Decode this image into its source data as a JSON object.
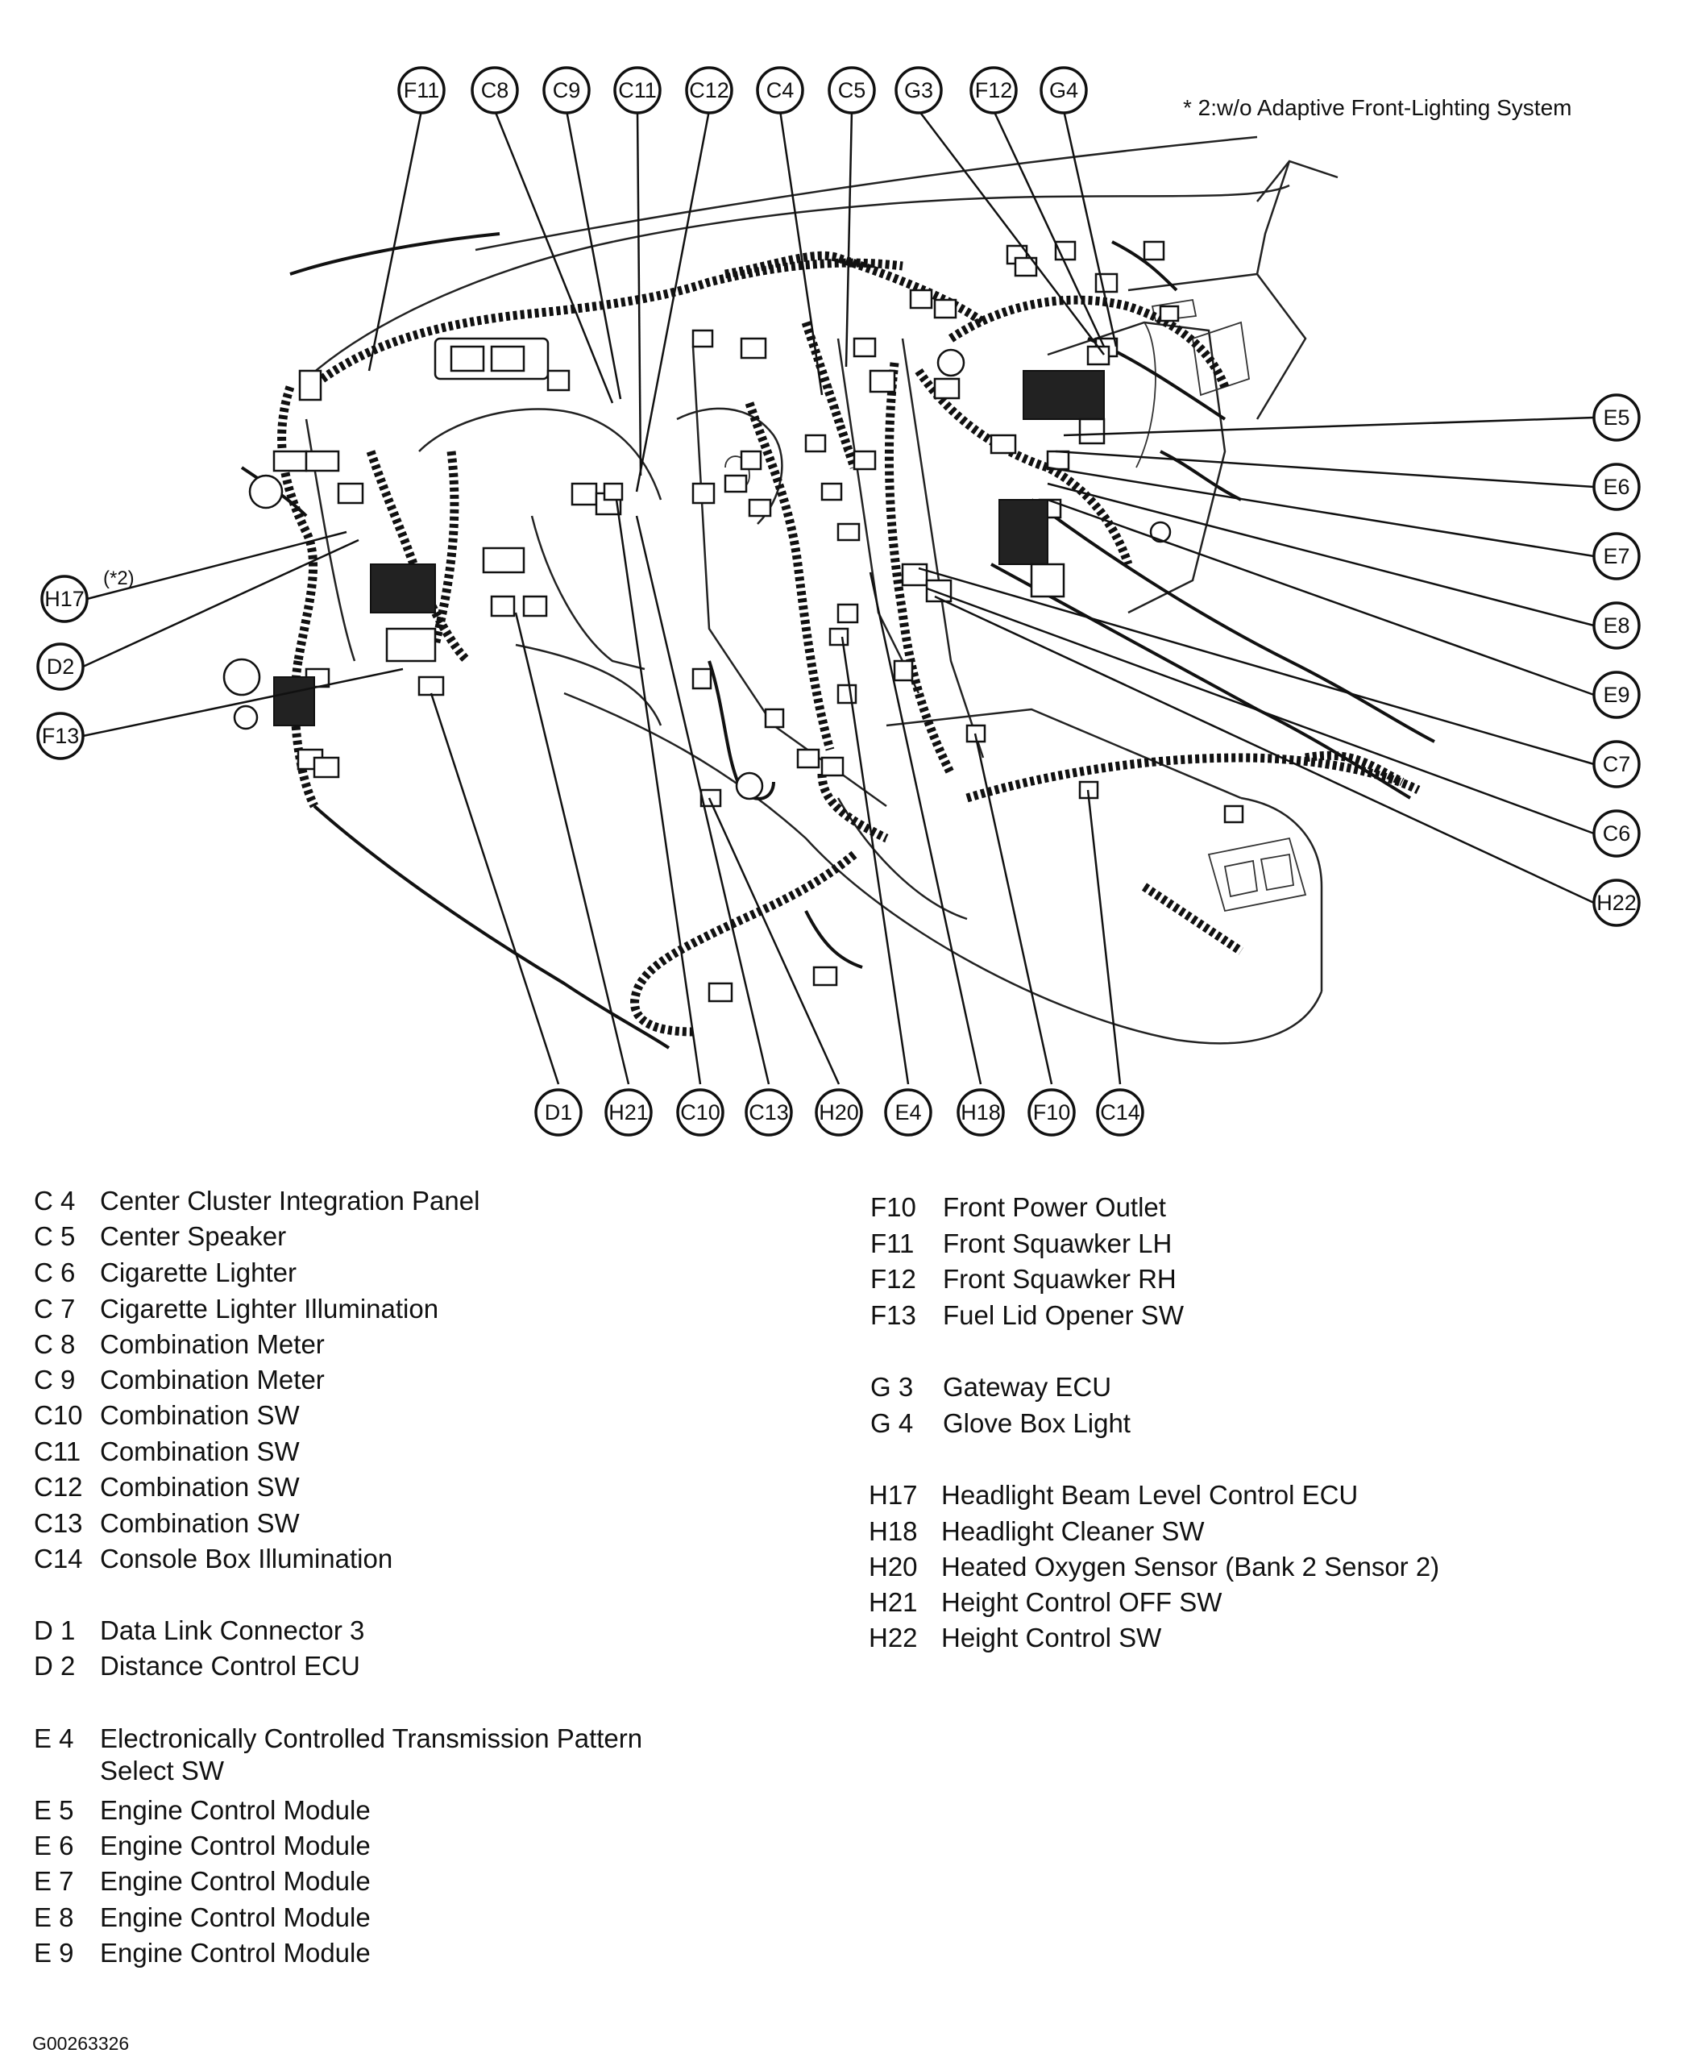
{
  "note": "* 2:w/o Adaptive Front-Lighting System",
  "figure_id": "G00263326",
  "callouts": {
    "F11": "F11",
    "C8": "C8",
    "C9": "C9",
    "C11": "C11",
    "C12": "C12",
    "C4": "C4",
    "C5": "C5",
    "G3": "G3",
    "F12": "F12",
    "G4": "G4",
    "E5": "E5",
    "E6": "E6",
    "E7": "E7",
    "E8": "E8",
    "E9": "E9",
    "C7": "C7",
    "C6": "C6",
    "H22": "H22",
    "H17": "H17",
    "H17_note": "(*2)",
    "D2": "D2",
    "F13": "F13",
    "D1": "D1",
    "H21": "H21",
    "C10": "C10",
    "C13": "C13",
    "H20": "H20",
    "E4": "E4",
    "H18": "H18",
    "F10": "F10",
    "C14": "C14"
  },
  "legend_left": [
    {
      "code": "C 4",
      "desc": "Center Cluster Integration Panel"
    },
    {
      "code": "C 5",
      "desc": "Center Speaker"
    },
    {
      "code": "C 6",
      "desc": "Cigarette Lighter"
    },
    {
      "code": "C 7",
      "desc": "Cigarette Lighter Illumination"
    },
    {
      "code": "C 8",
      "desc": "Combination Meter"
    },
    {
      "code": "C 9",
      "desc": "Combination Meter"
    },
    {
      "code": "C10",
      "desc": "Combination SW"
    },
    {
      "code": "C11",
      "desc": "Combination SW"
    },
    {
      "code": "C12",
      "desc": "Combination SW"
    },
    {
      "code": "C13",
      "desc": "Combination SW"
    },
    {
      "code": "C14",
      "desc": "Console Box Illumination"
    },
    {
      "code": "D 1",
      "desc": "Data Link Connector 3"
    },
    {
      "code": "D 2",
      "desc": "Distance Control ECU"
    },
    {
      "code": "E 4",
      "desc": "Electronically Controlled Transmission Pattern",
      "desc2": "Select SW"
    },
    {
      "code": "E 5",
      "desc": "Engine Control Module"
    },
    {
      "code": "E 6",
      "desc": "Engine Control Module"
    },
    {
      "code": "E 7",
      "desc": "Engine Control Module"
    },
    {
      "code": "E 8",
      "desc": "Engine Control Module"
    },
    {
      "code": "E 9",
      "desc": "Engine Control Module"
    }
  ],
  "legend_right": [
    {
      "code": "F10",
      "desc": "Front Power Outlet"
    },
    {
      "code": "F11",
      "desc": "Front Squawker LH"
    },
    {
      "code": "F12",
      "desc": "Front Squawker RH"
    },
    {
      "code": "F13",
      "desc": "Fuel Lid Opener SW"
    },
    {
      "code": "G 3",
      "desc": "Gateway ECU"
    },
    {
      "code": "G 4",
      "desc": "Glove Box Light"
    },
    {
      "code": "H17",
      "desc": "Headlight Beam Level Control ECU"
    },
    {
      "code": "H18",
      "desc": "Headlight Cleaner SW"
    },
    {
      "code": "H20",
      "desc": "Heated Oxygen Sensor (Bank 2 Sensor 2)"
    },
    {
      "code": "H21",
      "desc": "Height Control OFF SW"
    },
    {
      "code": "H22",
      "desc": "Height Control SW"
    }
  ]
}
